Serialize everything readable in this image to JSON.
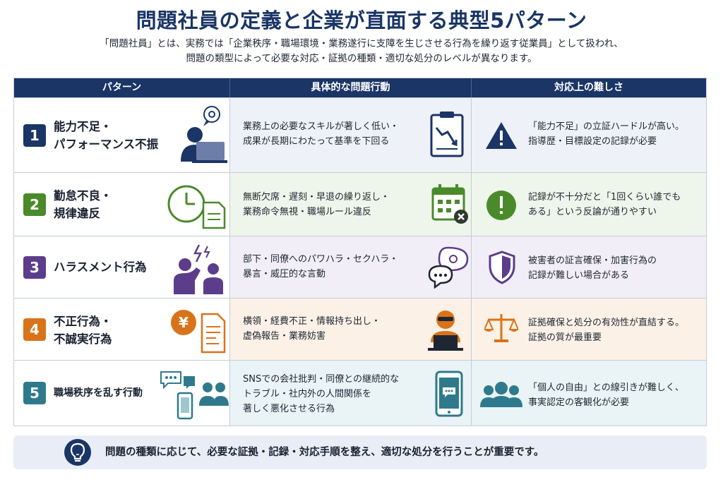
{
  "title": "問題社員の定義と企業が直面する典型5パターン",
  "intro": {
    "line1": "「問題社員」とは、実務では「企業秩序・職場環境・業務遂行に支障を生じさせる行為を繰り返す従業員」として扱われ、",
    "line2": "問題の類型によって必要な対応・証拠の種類・適切な処分のレベルが異なります。"
  },
  "headers": {
    "pattern": "パターン",
    "behavior": "具体的な問題行動",
    "difficulty": "対応上の難しさ"
  },
  "rows": [
    {
      "num": "1",
      "name_lines": [
        "能力不足・",
        "パフォーマンス不振"
      ],
      "behavior_lines": [
        "業務上の必要なスキルが著しく低い・",
        "成果が長期にわたって基準を下回る"
      ],
      "difficulty_lines": [
        "「能力不足」の立証ハードルが高い。",
        "指導歴・目標設定の記録が必要"
      ],
      "color": "#1a3566",
      "icons": [
        "worker-laptop-icon",
        "declining-chart-clipboard-icon",
        "warning-triangle-icon"
      ]
    },
    {
      "num": "2",
      "name_lines": [
        "勤怠不良・",
        "規律違反"
      ],
      "behavior_lines": [
        "無断欠席・遅刻・早退の繰り返し・",
        "業務命令無視・職場ルール違反"
      ],
      "difficulty_lines": [
        "記録が不十分だと「1回くらい誰でも",
        "ある」という反論が通りやすい"
      ],
      "color": "#4a8a2a",
      "icons": [
        "clock-icon",
        "calendar-cross-icon",
        "exclamation-circle-icon"
      ]
    },
    {
      "num": "3",
      "name_lines": [
        "ハラスメント行為"
      ],
      "behavior_lines": [
        "部下・同僚へのパワハラ・セクハラ・",
        "暴言・威圧的な言動"
      ],
      "difficulty_lines": [
        "被害者の証言確保・加害行為の",
        "記録が難しい場合がある"
      ],
      "color": "#5b3d8c",
      "icons": [
        "harassment-people-icon",
        "speech-bubbles-icon",
        "shield-icon"
      ]
    },
    {
      "num": "4",
      "name_lines": [
        "不正行為・",
        "不誠実行為"
      ],
      "behavior_lines": [
        "横領・経費不正・情報持ち出し・",
        "虚偽報告・業務妨害"
      ],
      "difficulty_lines": [
        "証拠確保と処分の有効性が直結する。",
        "証拠の質が最重要"
      ],
      "color": "#d9731a",
      "icons": [
        "yen-document-icon",
        "hacker-laptop-icon",
        "scales-icon"
      ]
    },
    {
      "num": "5",
      "name_lines": [
        "職場秩序を乱す行動"
      ],
      "behavior_lines": [
        "SNSでの会社批判・同僚との継続的な",
        "トラブル・社内外の人間関係を",
        "著しく悪化させる行為"
      ],
      "difficulty_lines": [
        "「個人の自由」との線引きが難しく、",
        "事実認定の客観化が必要"
      ],
      "color": "#2e7a8c",
      "icons": [
        "chat-phone-people-icon",
        "smartphone-chat-icon",
        "group-people-icon"
      ]
    }
  ],
  "footer": {
    "text": "問題の種類に応じて、必要な証拠・記録・対応手順を整え、適切な処分を行うことが重要です。",
    "icon": "lightbulb-icon"
  }
}
